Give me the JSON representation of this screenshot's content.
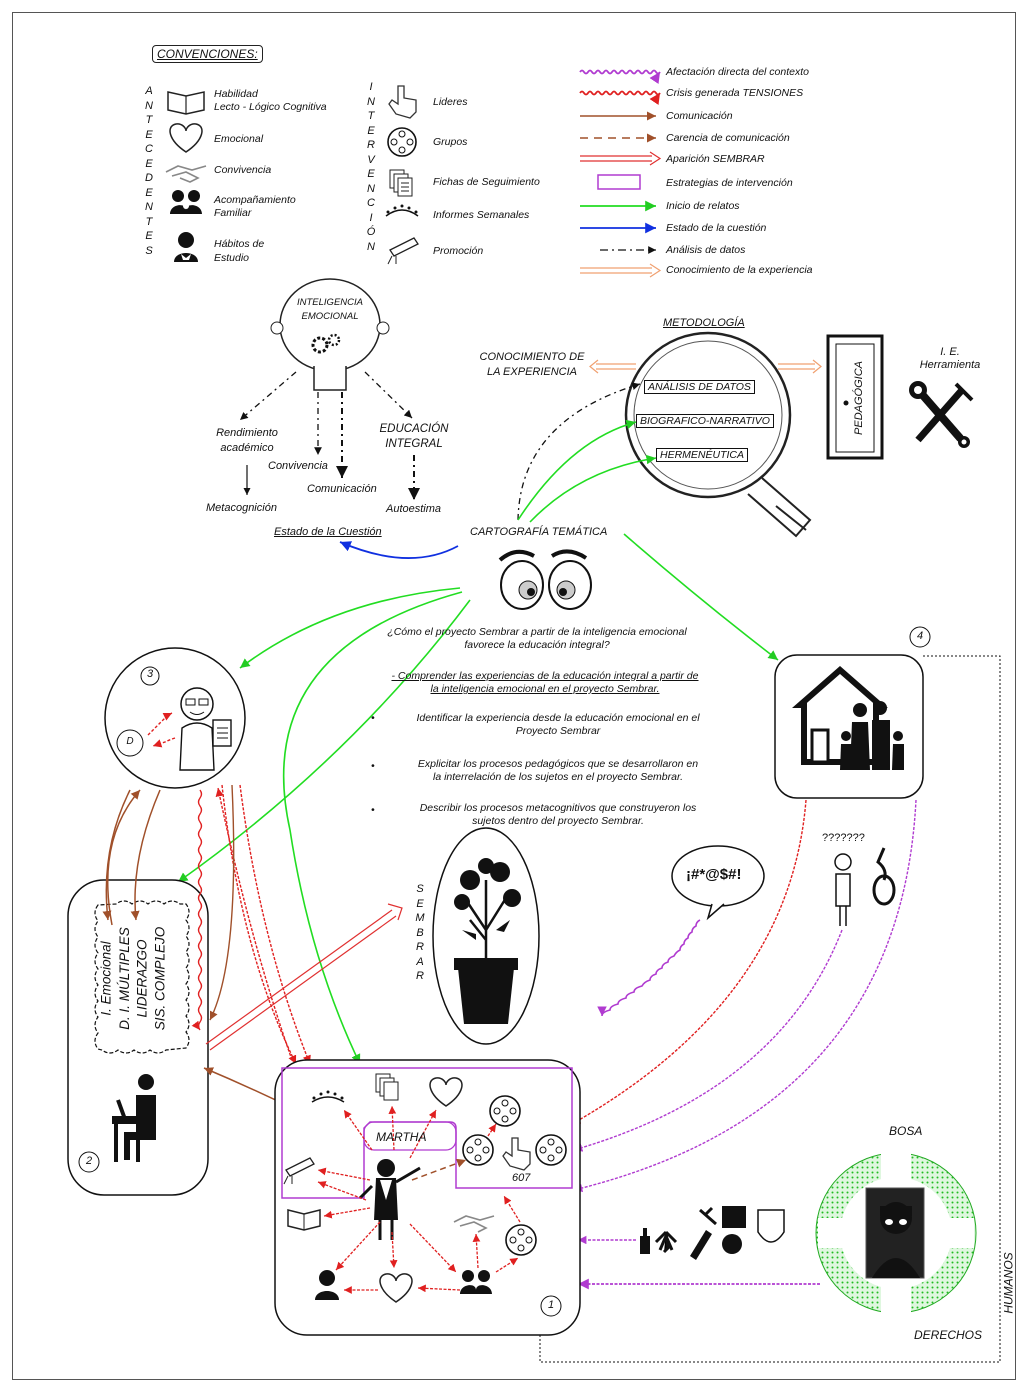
{
  "conventions": {
    "title": "CONVENCIONES:",
    "antecedentes_letters": [
      "A",
      "N",
      "T",
      "E",
      "C",
      "E",
      "D",
      "E",
      "N",
      "T",
      "E",
      "S"
    ],
    "intervencion_letters": [
      "I",
      "N",
      "T",
      "E",
      "R",
      "V",
      "E",
      "N",
      "C",
      "I",
      "Ó",
      "N"
    ],
    "antecedentes": [
      {
        "icon": "book-icon",
        "label": "Habilidad\nLecto - Lógico Cognitiva"
      },
      {
        "icon": "heart-icon",
        "label": "Emocional"
      },
      {
        "icon": "handshake-icon",
        "label": "Convivencia"
      },
      {
        "icon": "family-support-icon",
        "label": "Acompañamiento\nFamiliar"
      },
      {
        "icon": "student-icon",
        "label": "Hábitos de\nEstudio"
      }
    ],
    "intervencion": [
      {
        "icon": "pointing-hand-icon",
        "label": "Lideres"
      },
      {
        "icon": "group-circle-icon",
        "label": "Grupos"
      },
      {
        "icon": "documents-icon",
        "label": "Fichas de Seguimiento"
      },
      {
        "icon": "eye-lashes-icon",
        "label": "Informes Semanales"
      },
      {
        "icon": "diploma-icon",
        "label": "Promoción"
      }
    ],
    "arrows": [
      {
        "label": "Afectación directa del contexto",
        "color": "#b03bd0",
        "style": "wavy"
      },
      {
        "label": "Crisis generada TENSIONES",
        "color": "#e02020",
        "style": "wavy"
      },
      {
        "label": "Comunicación",
        "color": "#a0502a",
        "style": "solid"
      },
      {
        "label": "Carencia de comunicación",
        "color": "#a0502a",
        "style": "dashed"
      },
      {
        "label": "Aparición SEMBRAR",
        "color": "#e03030",
        "style": "double"
      },
      {
        "label": "Estrategias de intervención",
        "color": "#b03bd0",
        "style": "box"
      },
      {
        "label": "Inicio de relatos",
        "color": "#22dd22",
        "style": "solid"
      },
      {
        "label": "Estado de la cuestión",
        "color": "#1030e0",
        "style": "solid"
      },
      {
        "label": "Análisis de datos",
        "color": "#111111",
        "style": "dashdot"
      },
      {
        "label": "Conocimiento de la experiencia",
        "color": "#f0a070",
        "style": "double"
      }
    ]
  },
  "inteligencia": {
    "head_label": "INTELIGENCIA\nEMOCIONAL",
    "rendimiento": "Rendimiento\nacadémico",
    "convivencia": "Convivencia",
    "educacion": "EDUCACIÓN\nINTEGRAL",
    "metacognicion": "Metacognición",
    "comunicacion": "Comunicación",
    "autoestima": "Autoestima",
    "estado": "Estado de la Cuestión"
  },
  "metodologia": {
    "title": "METODOLOGÍA",
    "conocimiento": "CONOCIMIENTO DE\nLA EXPERIENCIA",
    "items": [
      "ANÁLISIS DE DATOS",
      "BIOGRAFICO-NARRATIVO",
      "HERMENÉUTICA"
    ],
    "door_label": "PEDAGÓGICA",
    "tool_label": "I. E.\nHerramienta"
  },
  "cartografia": "CARTOGRAFÍA TEMÁTICA",
  "question": "¿Cómo el proyecto Sembrar a partir de la inteligencia emocional\nfavorece la educación integral?",
  "general_objective": "- Comprender las experiencias de la educación integral a partir de\nla inteligencia emocional en el proyecto Sembrar.",
  "specific_objectives": [
    "Identificar la experiencia desde la educación emocional en el\nProyecto Sembrar",
    "Explicitar los procesos pedagógicos que se desarrollaron en\nla interrelación de los sujetos en el proyecto Sembrar.",
    "Describir los procesos metacognitivos que construyeron los\nsujetos dentro del proyecto Sembrar."
  ],
  "nodes": {
    "n1": "1",
    "n2": "2",
    "n3": "3",
    "n4": "4",
    "docente": "D",
    "martha": "MARTHA",
    "grupo": "607",
    "sembrar_letters": [
      "S",
      "E",
      "M",
      "B",
      "R",
      "A",
      "R"
    ],
    "bubble": "¡#*@$#!",
    "question_marks": "???????",
    "bosa": "BOSA",
    "derechos": "DERECHOS",
    "humanos": "HUMANOS"
  },
  "cloud_labels": [
    "I. Emocional",
    "D. I. MÚLTIPLES",
    "LIDERAZGO",
    "SIS. COMPLEJO"
  ]
}
